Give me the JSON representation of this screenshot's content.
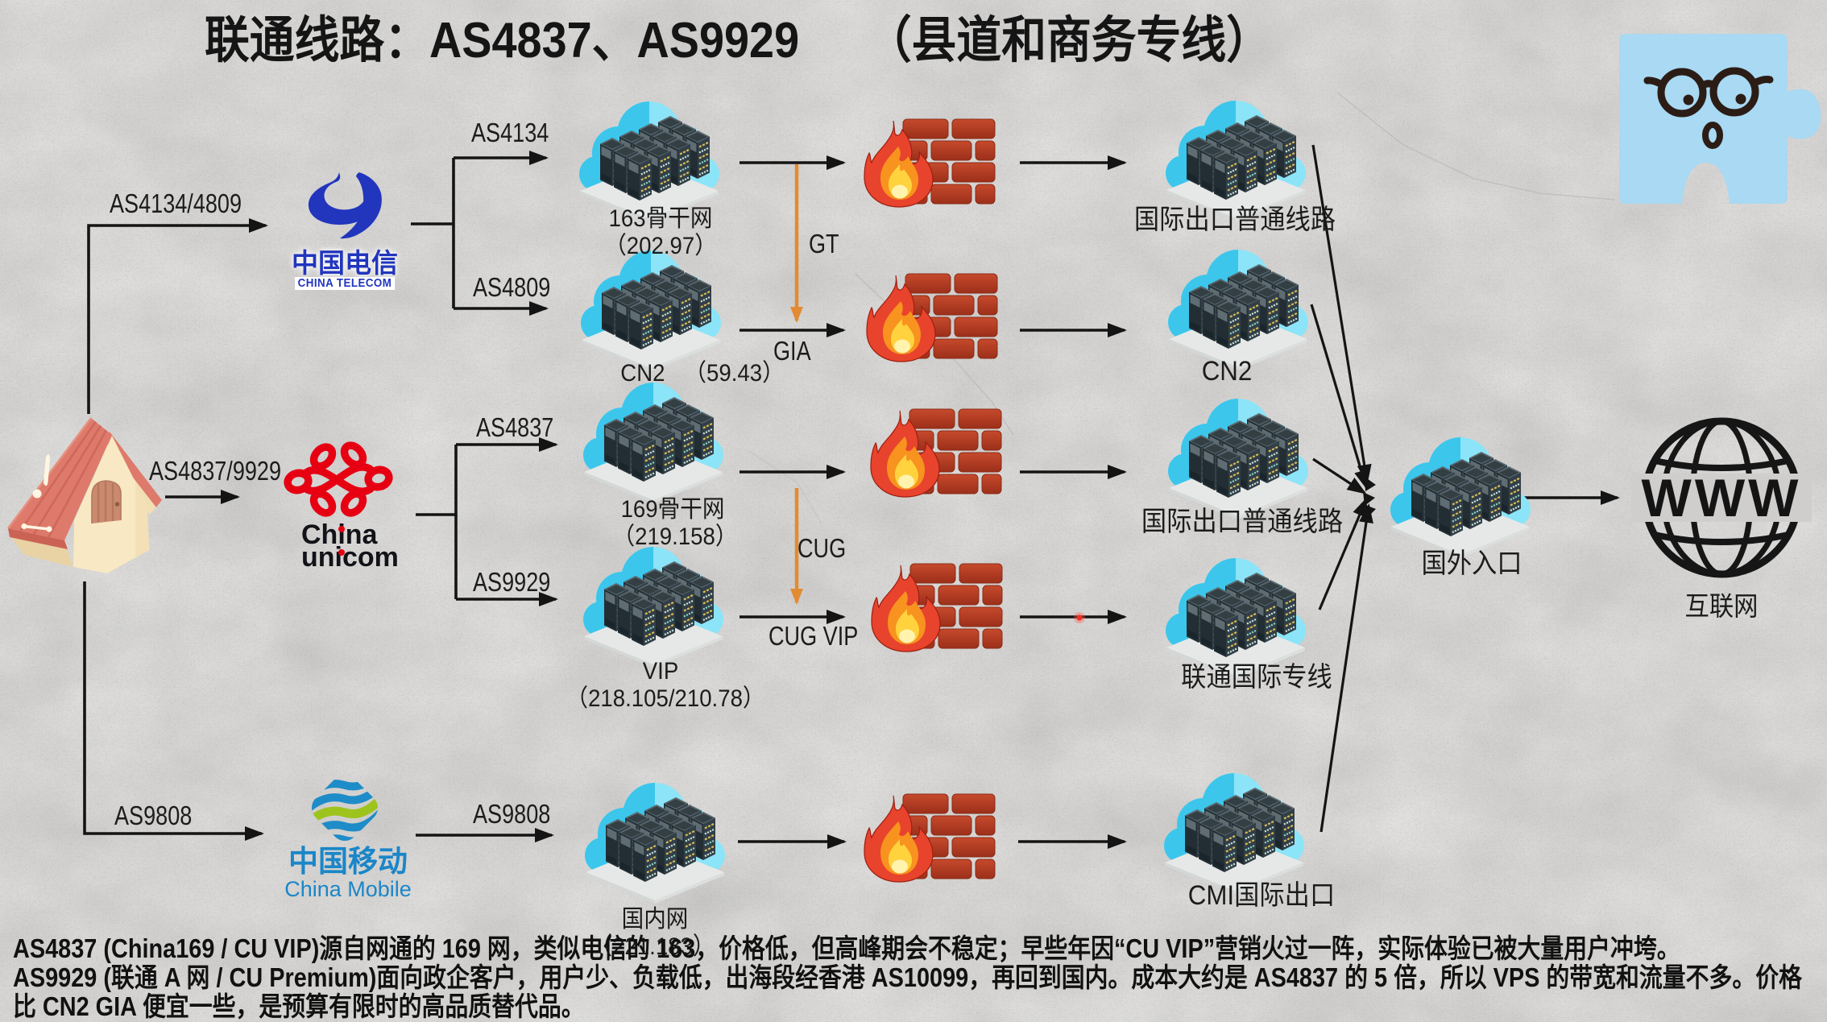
{
  "title": "联通线路：AS4837、AS9929　　（县道和商务专线）",
  "isps": {
    "telecom": {
      "name_zh": "中国电信",
      "name_en": "CHINA TELECOM"
    },
    "unicom": {
      "name_en_line1": "China",
      "name_en_line2": "unicom"
    },
    "mobile": {
      "name_zh": "中国移动",
      "name_en": "China Mobile"
    }
  },
  "edges": {
    "house_telecom": "AS4134/4809",
    "house_unicom": "AS4837/9929",
    "house_mobile": "AS9808",
    "telecom_163": "AS4134",
    "telecom_cn2": "AS4809",
    "unicom_169": "AS4837",
    "unicom_vip": "AS9929",
    "mobile_domestic": "AS9808",
    "gt": "GT",
    "gia": "GIA",
    "cug": "CUG",
    "cug_vip": "CUG VIP"
  },
  "backbones": {
    "b163": {
      "name": "163骨干网",
      "prefix": "（202.97）"
    },
    "cn2": {
      "name": "CN2",
      "prefix": "（59.43）"
    },
    "b169": {
      "name": "169骨干网",
      "prefix": "（219.158）"
    },
    "vip": {
      "name": "VIP",
      "prefix": "（218.105/210.78）"
    },
    "domestic": {
      "name": "国内网",
      "prefix": "（221.183）"
    }
  },
  "exits": {
    "e163": "国际出口普通线路",
    "cn2": "CN2",
    "e169": "国际出口普通线路",
    "unicom_intl": "联通国际专线",
    "cmi": "CMI国际出口"
  },
  "overseas_entry": "国外入口",
  "internet": {
    "globe_text": "WWW",
    "label": "互联网"
  },
  "notes": [
    "AS4837 (China169 / CU VIP)源自网通的 169 网，类似电信的 163，价格低，但高峰期会不稳定；早些年因“CU VIP”营销火过一阵，实际体验已被大量用户冲垮。",
    "AS9929 (联通 A 网 / CU Premium)面向政企客户，用户少、负载低，出海段经香港 AS10099，再回到国内。成本大约是 AS4837 的 5 倍，所以 VPS 的带宽和流量不多。价格",
    "比 CN2 GIA 便宜一些，是预算有限时的高品质替代品。"
  ],
  "colors": {
    "background": "#c9c8c6",
    "cloud_dark": "#3cc6ec",
    "cloud_light": "#8ce4f8",
    "brick": "#b93b22",
    "flame_red": "#e8432c",
    "flame_orange": "#f7931e",
    "flame_yellow": "#ffd23e",
    "telecom_blue": "#2135bd",
    "unicom_red": "#e60012",
    "mobile_blue": "#1b86c8",
    "mobile_green": "#9dc41d",
    "orange_arrow": "#e28b33",
    "puzzle_blue": "#a9d9f3"
  }
}
